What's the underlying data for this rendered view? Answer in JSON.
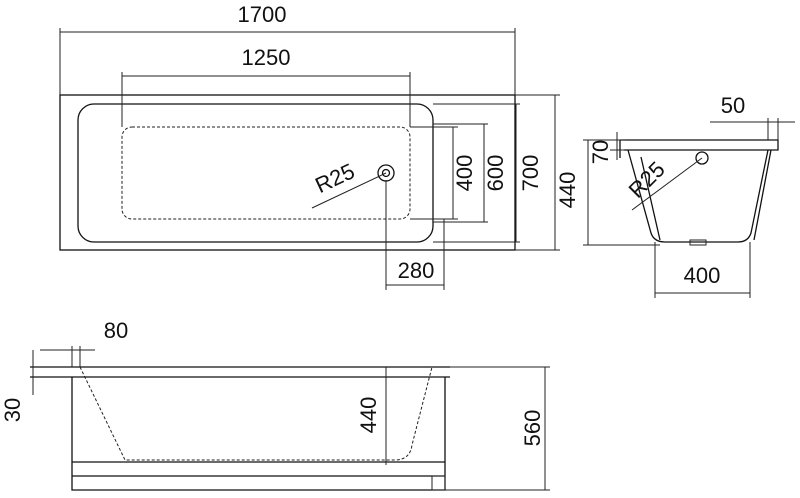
{
  "top_view": {
    "length": "1700",
    "inner_length": "1250",
    "inner_width": "400",
    "width_600": "600",
    "width": "700",
    "drain_radius": "R25",
    "drain_offset": "280"
  },
  "end_view": {
    "rim": "50",
    "rim_height": "70",
    "drain_radius": "R25",
    "height": "440",
    "base_width": "400"
  },
  "side_view": {
    "rim_width": "80",
    "rim_thickness": "30",
    "depth": "440",
    "total_height": "560"
  }
}
